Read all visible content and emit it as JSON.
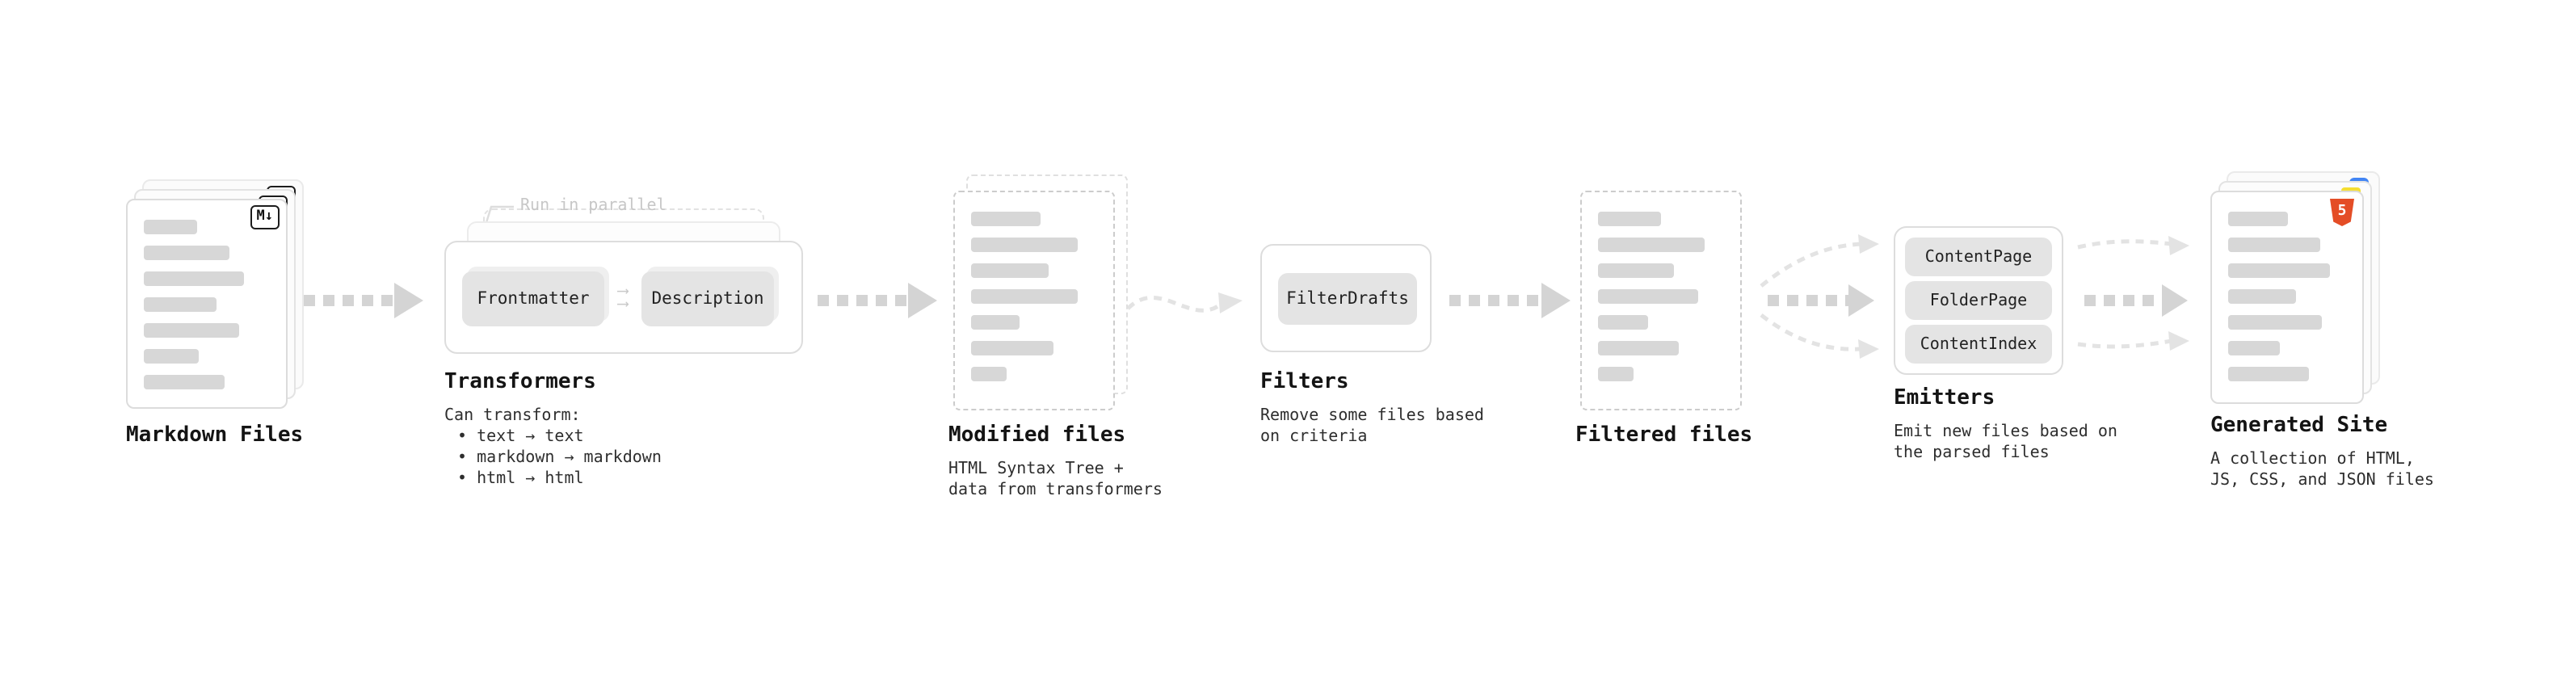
{
  "markdown_files": {
    "label": "Markdown Files",
    "badge": "M↓"
  },
  "transformers": {
    "callout": "Run in parallel",
    "button1": "Frontmatter",
    "button2": "Description",
    "label": "Transformers",
    "desc_title": "Can transform:",
    "bullet1": "• text → text",
    "bullet2": "• markdown → markdown",
    "bullet3": "• html → html"
  },
  "modified_files": {
    "label": "Modified files",
    "desc": "HTML Syntax Tree +\ndata from transformers"
  },
  "filters": {
    "button": "FilterDrafts",
    "label": "Filters",
    "desc": "Remove some files based\non criteria"
  },
  "filtered_files": {
    "label": "Filtered files"
  },
  "emitters": {
    "button1": "ContentPage",
    "button2": "FolderPage",
    "button3": "ContentIndex",
    "label": "Emitters",
    "desc": "Emit new files based on\nthe parsed files"
  },
  "generated_site": {
    "label": "Generated Site",
    "badge": "5",
    "desc": "A collection of HTML,\nJS, CSS, and JSON files"
  }
}
